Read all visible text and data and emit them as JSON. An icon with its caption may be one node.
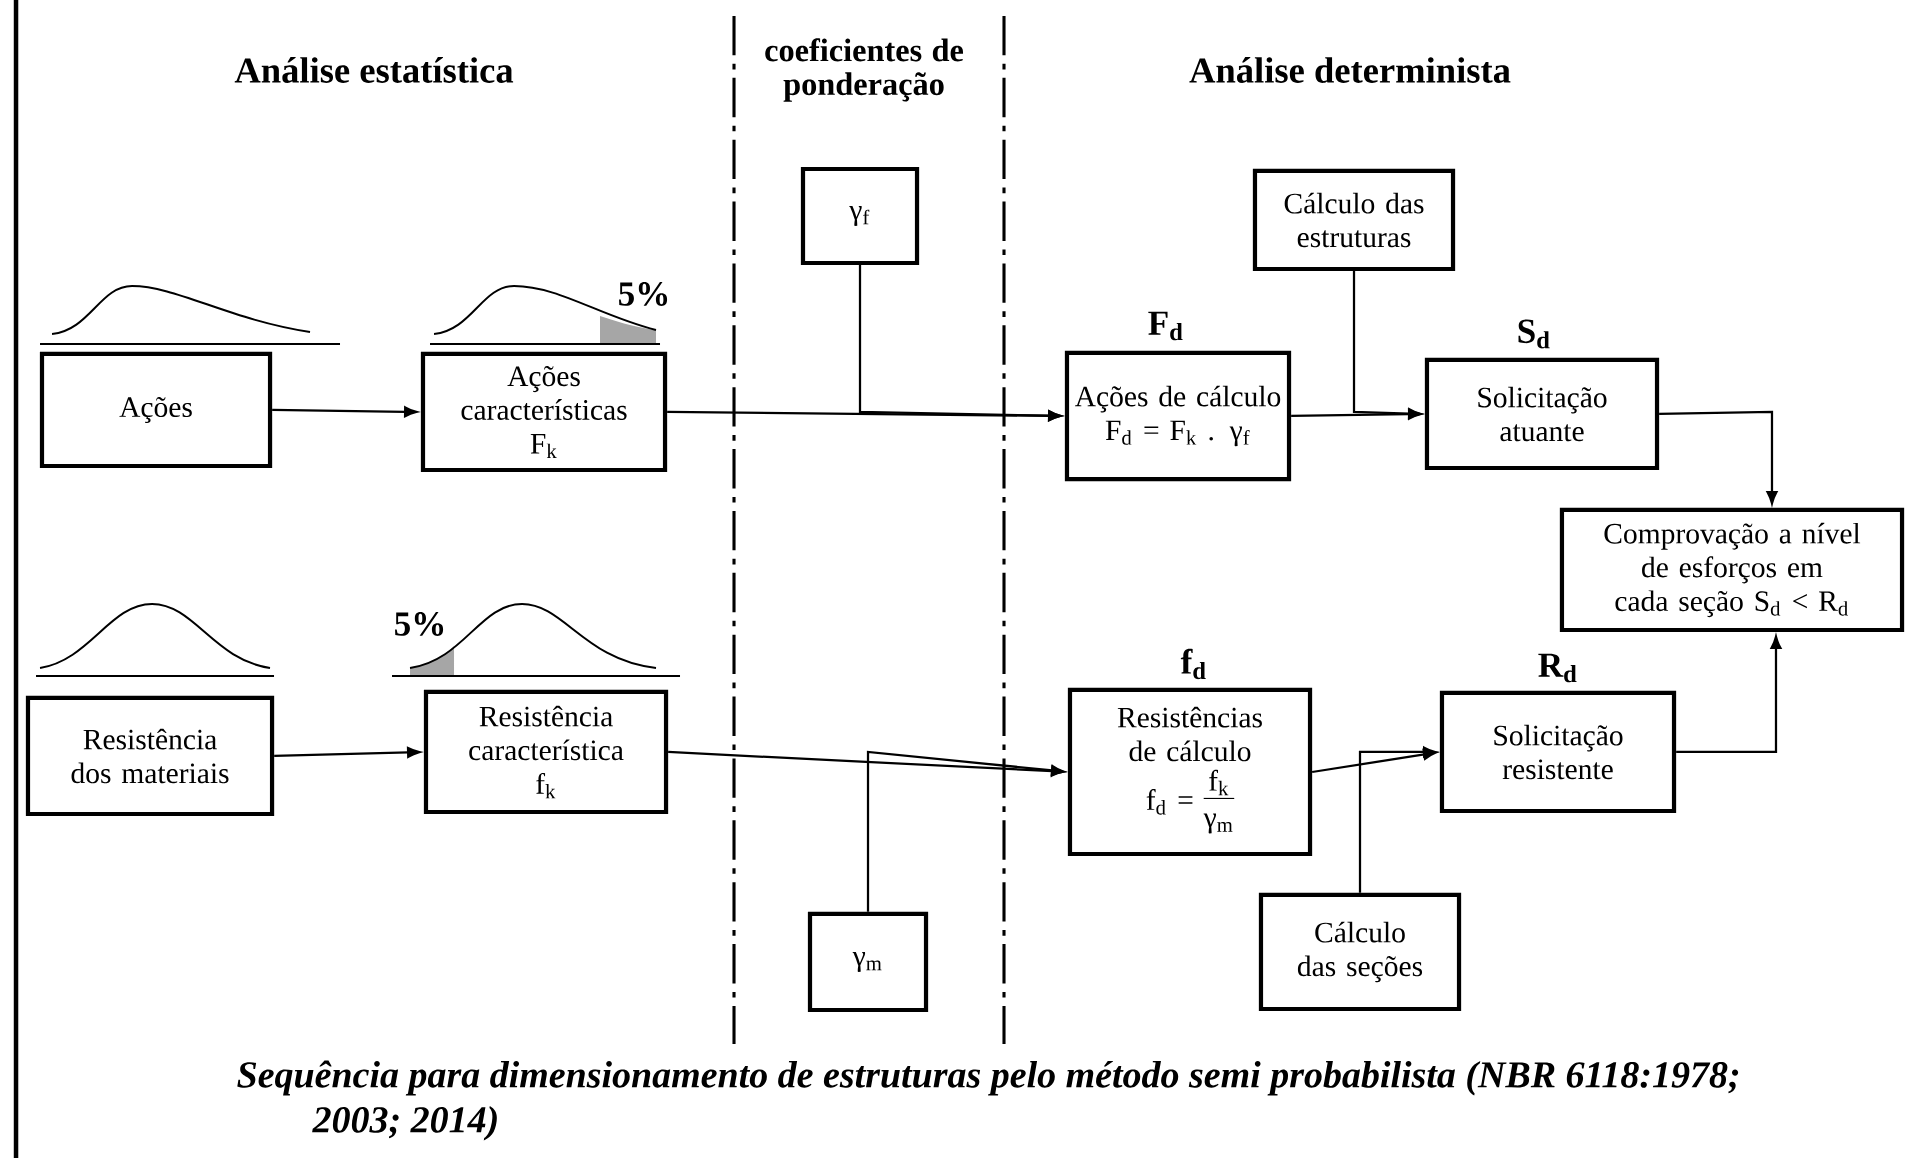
{
  "diagram": {
    "caption": "Sequência para dimensionamento de estruturas pelo método semi probabilista (NBR 6118:1978; 2003; 2014)",
    "nodes": [
      {
        "text": [
          "Ações"
        ]
      },
      {
        "text": [
          "Ações características",
          "F$_{k}$"
        ],
        "beside": [
          "5%"
        ]
      },
      {
        "text": [
          "γ$_{f}$"
        ]
      },
      {
        "text": [
          "Ações de cálculo",
          "F$_{d}$ = F$_{k}$ . γ$_{f}$"
        ],
        "beside": [
          "F$_{d}$"
        ]
      },
      {
        "text": [
          "Cálculo das estruturas"
        ]
      },
      {
        "text": [
          "Solicitação atuante"
        ],
        "beside": [
          "S$_{d}$"
        ]
      },
      {
        "text": [
          "Comprovação a nível de esforços em cada seção S$_{d}$ < R$_{d}$"
        ]
      },
      {
        "text": [
          "Resistência dos materiais"
        ]
      },
      {
        "text": [
          "Resistência característica",
          "f$_{k}$"
        ],
        "beside": [
          "5%"
        ]
      },
      {
        "text": [
          "Resistências de cálculo",
          "f$_{d}$ =",
          "f$_{k}$",
          "γ$_{m}$"
        ],
        "beside": [
          "f$_{d}$"
        ]
      },
      {
        "text": [
          "Cálculo das seções"
        ]
      },
      {
        "text": [
          "Solicitação resistente"
        ],
        "beside": [
          "R$_{d}$"
        ]
      },
      {
        "text": [
          "γ$_{m}$"
        ]
      }
    ],
    "edges": [
      {
        "from": 0,
        "to": 1,
        "arrow": "to"
      },
      {
        "from": 1,
        "to": 3,
        "arrow": "to"
      },
      {
        "from": 2,
        "to": 3,
        "arrow": "to"
      },
      {
        "from": 3,
        "to": 5,
        "arrow": "to"
      },
      {
        "from": 4,
        "to": 5,
        "arrow": "to"
      },
      {
        "from": 5,
        "to": 6,
        "arrow": "to"
      },
      {
        "from": 7,
        "to": 8,
        "arrow": "to"
      },
      {
        "from": 8,
        "to": 9,
        "arrow": "to"
      },
      {
        "from": 12,
        "to": 9,
        "arrow": "to"
      },
      {
        "from": 9,
        "to": 11,
        "arrow": "to"
      },
      {
        "from": 10,
        "to": 11,
        "arrow": "to"
      },
      {
        "from": 11,
        "to": 6,
        "arrow": "to"
      }
    ],
    "labels": [
      "Análise estatística",
      "coeficientes de ponderação",
      "Análise determinista"
    ]
  }
}
